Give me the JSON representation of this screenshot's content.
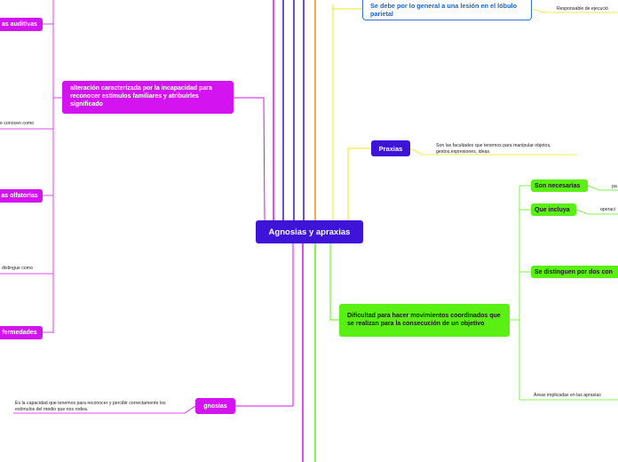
{
  "central": "Agnosias y apraxias",
  "left": {
    "auditivas": "as auditivas",
    "alteracion": "alteración caracterizada por la incapacidad para reconocer estímulos familiares y atribuirles significado",
    "conocen": "e conocen como",
    "olfatorias": "as olfatorias",
    "distingue": "distingue como",
    "enfermedades": "fermedades",
    "gnosias": "gnosias",
    "gnosias_def": "Es la capacidad que tenemos para reconocer y percibir correctamente los estímulos del medio que nos rodea."
  },
  "right": {
    "lesion": "Se debe por lo general a una lesión en el lóbulo parietal",
    "responsable": "Responsable de ejecució",
    "praxias": "Praxias",
    "praxias_def": "Son las facultades  que tenemos para manipular objetos, gestos,expresiones, ideas.",
    "dificultad": "Dificultad para hacer movimientos coordinados que se realizan para la consecución de un objetivo",
    "necesarias": "Son necesarias",
    "pa": "pa",
    "incluye": "Que incluya",
    "operaci": "operaci",
    "distinguen": "Se distinguen por dos con",
    "areas": "Áreas implicadas en las apraxias"
  },
  "colors": {
    "blue": "#3e14d8",
    "magenta": "#d414f0",
    "green": "#5bf014",
    "yellow": "#f0e814",
    "orange": "#f08c14",
    "outline_blue": "#3a6fd8"
  }
}
